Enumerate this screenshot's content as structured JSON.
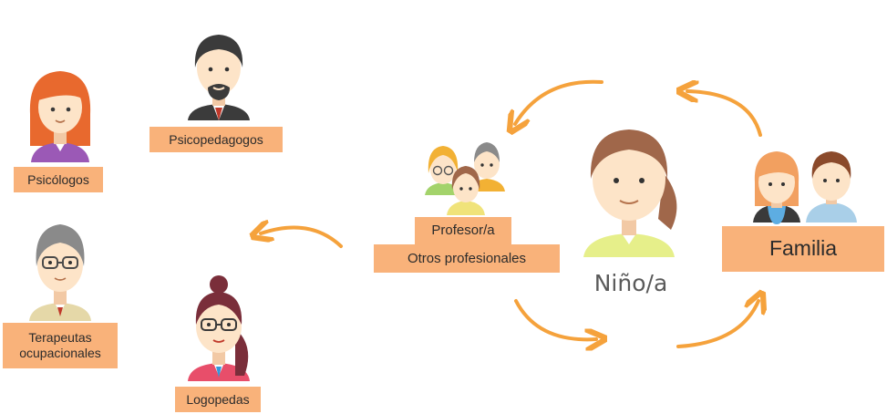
{
  "professionals": {
    "psicopedagogos": "Psicopedagogos",
    "psicologos": "Psicólogos",
    "terapeutas_line1": "Terapeutas",
    "terapeutas_line2": "ocupacionales",
    "logopedas": "Logopedas"
  },
  "school": {
    "line1": "Profesor/a",
    "line2": "Otros profesionales"
  },
  "child": {
    "label": "Niño/a"
  },
  "family": {
    "label": "Familia"
  },
  "icons": [
    "female-psychologist-avatar-icon",
    "male-psychopedagogue-avatar-icon",
    "occupational-therapist-avatar-icon",
    "speech-therapist-avatar-icon",
    "teachers-group-icon",
    "child-avatar-icon",
    "family-parents-icon",
    "cycle-arrow-icon"
  ],
  "colors": {
    "label_bg": "#f9b27a",
    "arrow": "#f5a23c",
    "skin": "#fde4c8",
    "hair_brown": "#8b5a3c"
  }
}
